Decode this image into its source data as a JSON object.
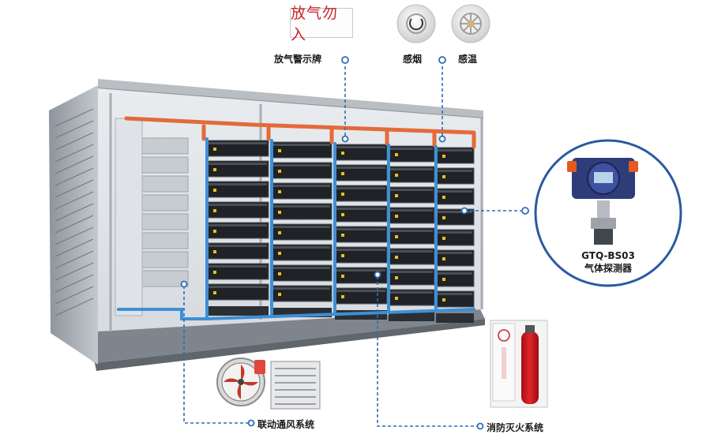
{
  "sign": {
    "text": "放气勿入"
  },
  "labels": {
    "warning_sign": "放气警示牌",
    "smoke": "感烟",
    "temperature": "感温",
    "detector_model": "GTQ-BS03",
    "detector_name": "气体探测器",
    "ventilation": "联动通风系统",
    "fire_suppression": "消防灭火系统"
  },
  "colors": {
    "callout_line": "#2f6db3",
    "detector_ring": "#2a5aa0",
    "sign_text": "#c8242b",
    "coolant_pipe": "#3d8fd6",
    "hot_pipe": "#e46a3a",
    "container": "#9aa1a8"
  },
  "icons": [
    "smoke-detector-icon",
    "heat-detector-icon",
    "gas-detector-icon",
    "axial-fan-icon",
    "louver-vent-icon",
    "fire-cabinet-icon"
  ]
}
